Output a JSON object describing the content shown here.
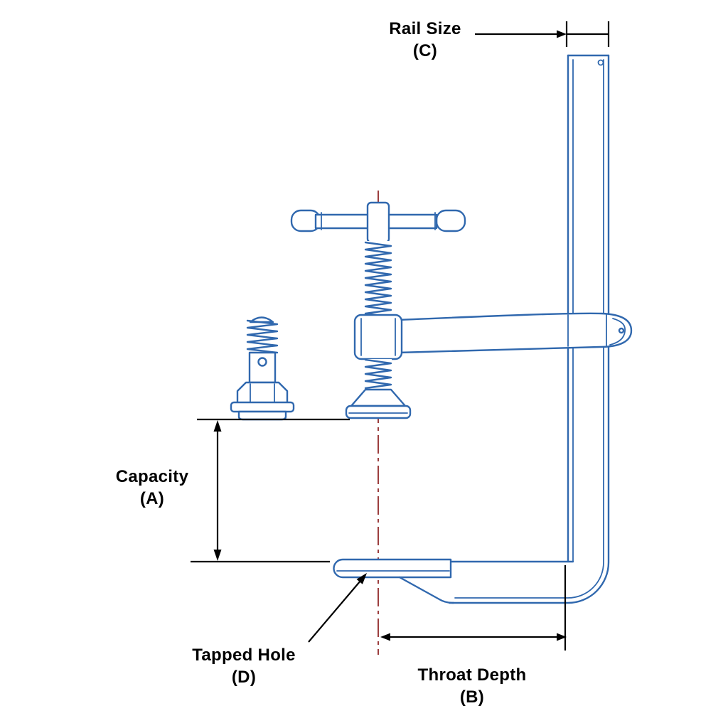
{
  "diagram": {
    "labels": {
      "rail_size": {
        "text": "Rail Size",
        "designator": "(C)"
      },
      "capacity": {
        "text": "Capacity",
        "designator": "(A)"
      },
      "tapped_hole": {
        "text": "Tapped Hole",
        "designator": "(D)"
      },
      "throat_depth": {
        "text": "Throat Depth",
        "designator": "(B)"
      }
    },
    "colors": {
      "outline": "#3068ae",
      "centerline": "#9c3e3e",
      "dimension": "#000000",
      "background": "#ffffff"
    }
  }
}
